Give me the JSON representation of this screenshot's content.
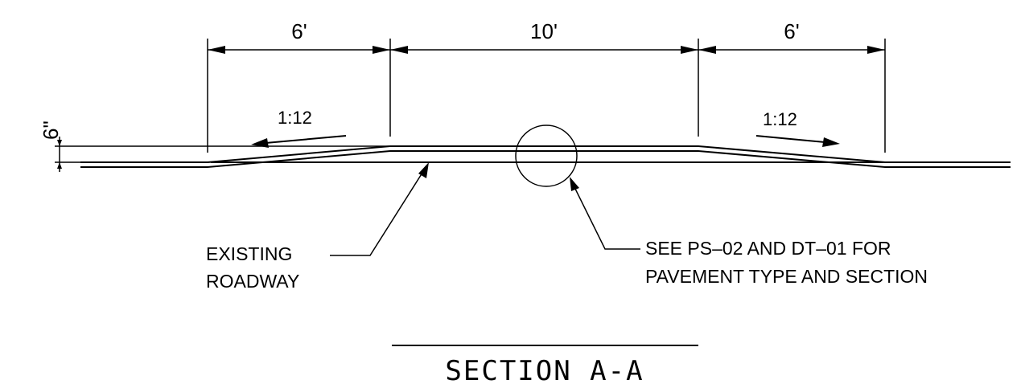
{
  "dimensions": {
    "left_width": "6'",
    "center_width": "10'",
    "right_width": "6'",
    "height": "6\""
  },
  "slopes": {
    "left": "1:12",
    "right": "1:12"
  },
  "notes": {
    "existing_line1": "EXISTING",
    "existing_line2": "ROADWAY",
    "see_line1": "SEE  PS–02  AND  DT–01 FOR",
    "see_line2": "PAVEMENT  TYPE  AND  SECTION"
  },
  "title": "SECTION A-A"
}
